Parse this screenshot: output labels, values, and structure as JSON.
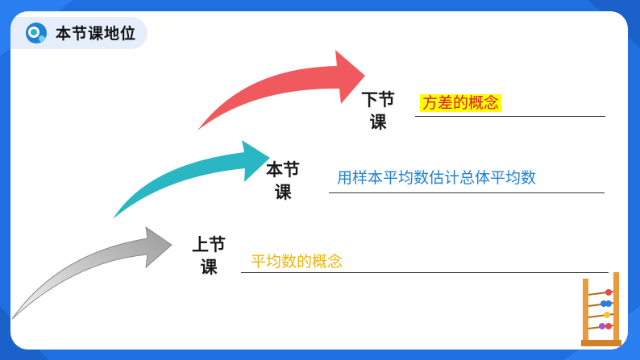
{
  "header": {
    "title": "本节课地位"
  },
  "lessons": {
    "previous": {
      "label_line1": "上节",
      "label_line2": "课",
      "topic": "平均数的概念",
      "topic_color": "#f0b400"
    },
    "current": {
      "label_line1": "本节",
      "label_line2": "课",
      "topic": "用样本平均数估计总体平均数",
      "topic_color": "#1f80d6"
    },
    "next": {
      "label_line1": "下节",
      "label_line2": "课",
      "topic": "方差的概念",
      "topic_color": "#e0141e",
      "highlight": "#ffff00"
    }
  },
  "colors": {
    "frame": "#1f6fe0",
    "arrow_previous": "#d0d0d0",
    "arrow_current": "#2bb6c4",
    "arrow_next": "#f05a5e"
  },
  "icons": [
    "logo-icon",
    "abacus-icon"
  ]
}
